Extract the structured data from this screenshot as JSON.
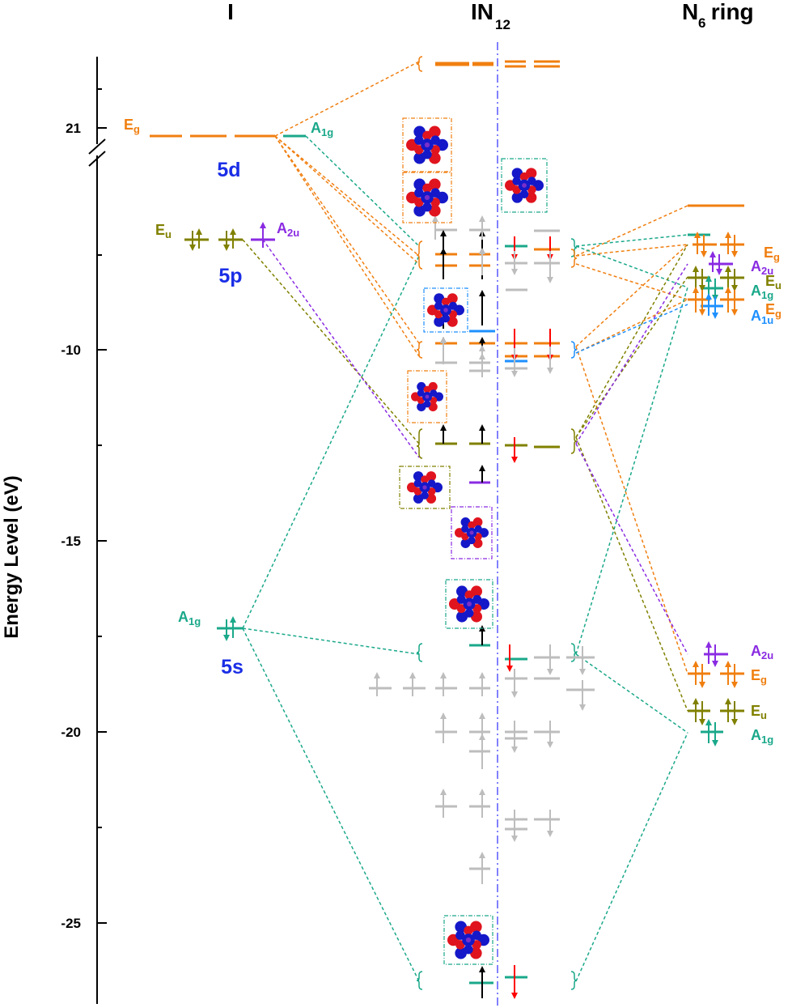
{
  "headers": {
    "left": "I",
    "middle_main": "IN",
    "middle_sub": "12",
    "right_main": "N",
    "right_sub": "6",
    "right_rest": " ring"
  },
  "y_axis": {
    "label": "Energy Level (eV)",
    "ticks": [
      "21",
      "-10",
      "-15",
      "-20",
      "-25"
    ],
    "break_above": "21",
    "break_below": "-10"
  },
  "shell_labels": {
    "five_d": "5d",
    "five_p": "5p",
    "five_s": "5s"
  },
  "symmetry_labels": {
    "iodine": [
      {
        "main": "E",
        "sub": "g",
        "color": "#f07f10"
      },
      {
        "main": "A",
        "sub": "1g",
        "color": "#1aa88a"
      },
      {
        "main": "E",
        "sub": "u",
        "color": "#808000"
      },
      {
        "main": "A",
        "sub": "2u",
        "color": "#8a2be2"
      },
      {
        "main": "A",
        "sub": "1g",
        "color": "#1aa88a"
      }
    ],
    "ring_upper": [
      {
        "main": "E",
        "sub": "g",
        "color": "#f07f10"
      },
      {
        "main": "A",
        "sub": "2u",
        "color": "#8a2be2"
      },
      {
        "main": "E",
        "sub": "u",
        "color": "#808000"
      },
      {
        "main": "A",
        "sub": "1g",
        "color": "#1aa88a"
      },
      {
        "main": "E",
        "sub": "g",
        "color": "#f07f10"
      },
      {
        "main": "A",
        "sub": "1u",
        "color": "#1e90ff"
      }
    ],
    "ring_lower": [
      {
        "main": "A",
        "sub": "2u",
        "color": "#8a2be2"
      },
      {
        "main": "E",
        "sub": "g",
        "color": "#f07f10"
      },
      {
        "main": "E",
        "sub": "u",
        "color": "#808000"
      },
      {
        "main": "A",
        "sub": "1g",
        "color": "#1aa88a"
      }
    ]
  },
  "colors": {
    "Eg": "#f07f10",
    "A1g": "#1aa88a",
    "Eu": "#808000",
    "A2u": "#8a2be2",
    "A1u": "#1e90ff",
    "inactive": "#bdbdbd",
    "spin_up": "#000000",
    "spin_down": "#ff0000",
    "shell_label": "#1a2ee6",
    "divider": "#8080ff",
    "lobe_red": "#e0141e",
    "lobe_blue": "#1418c8"
  }
}
